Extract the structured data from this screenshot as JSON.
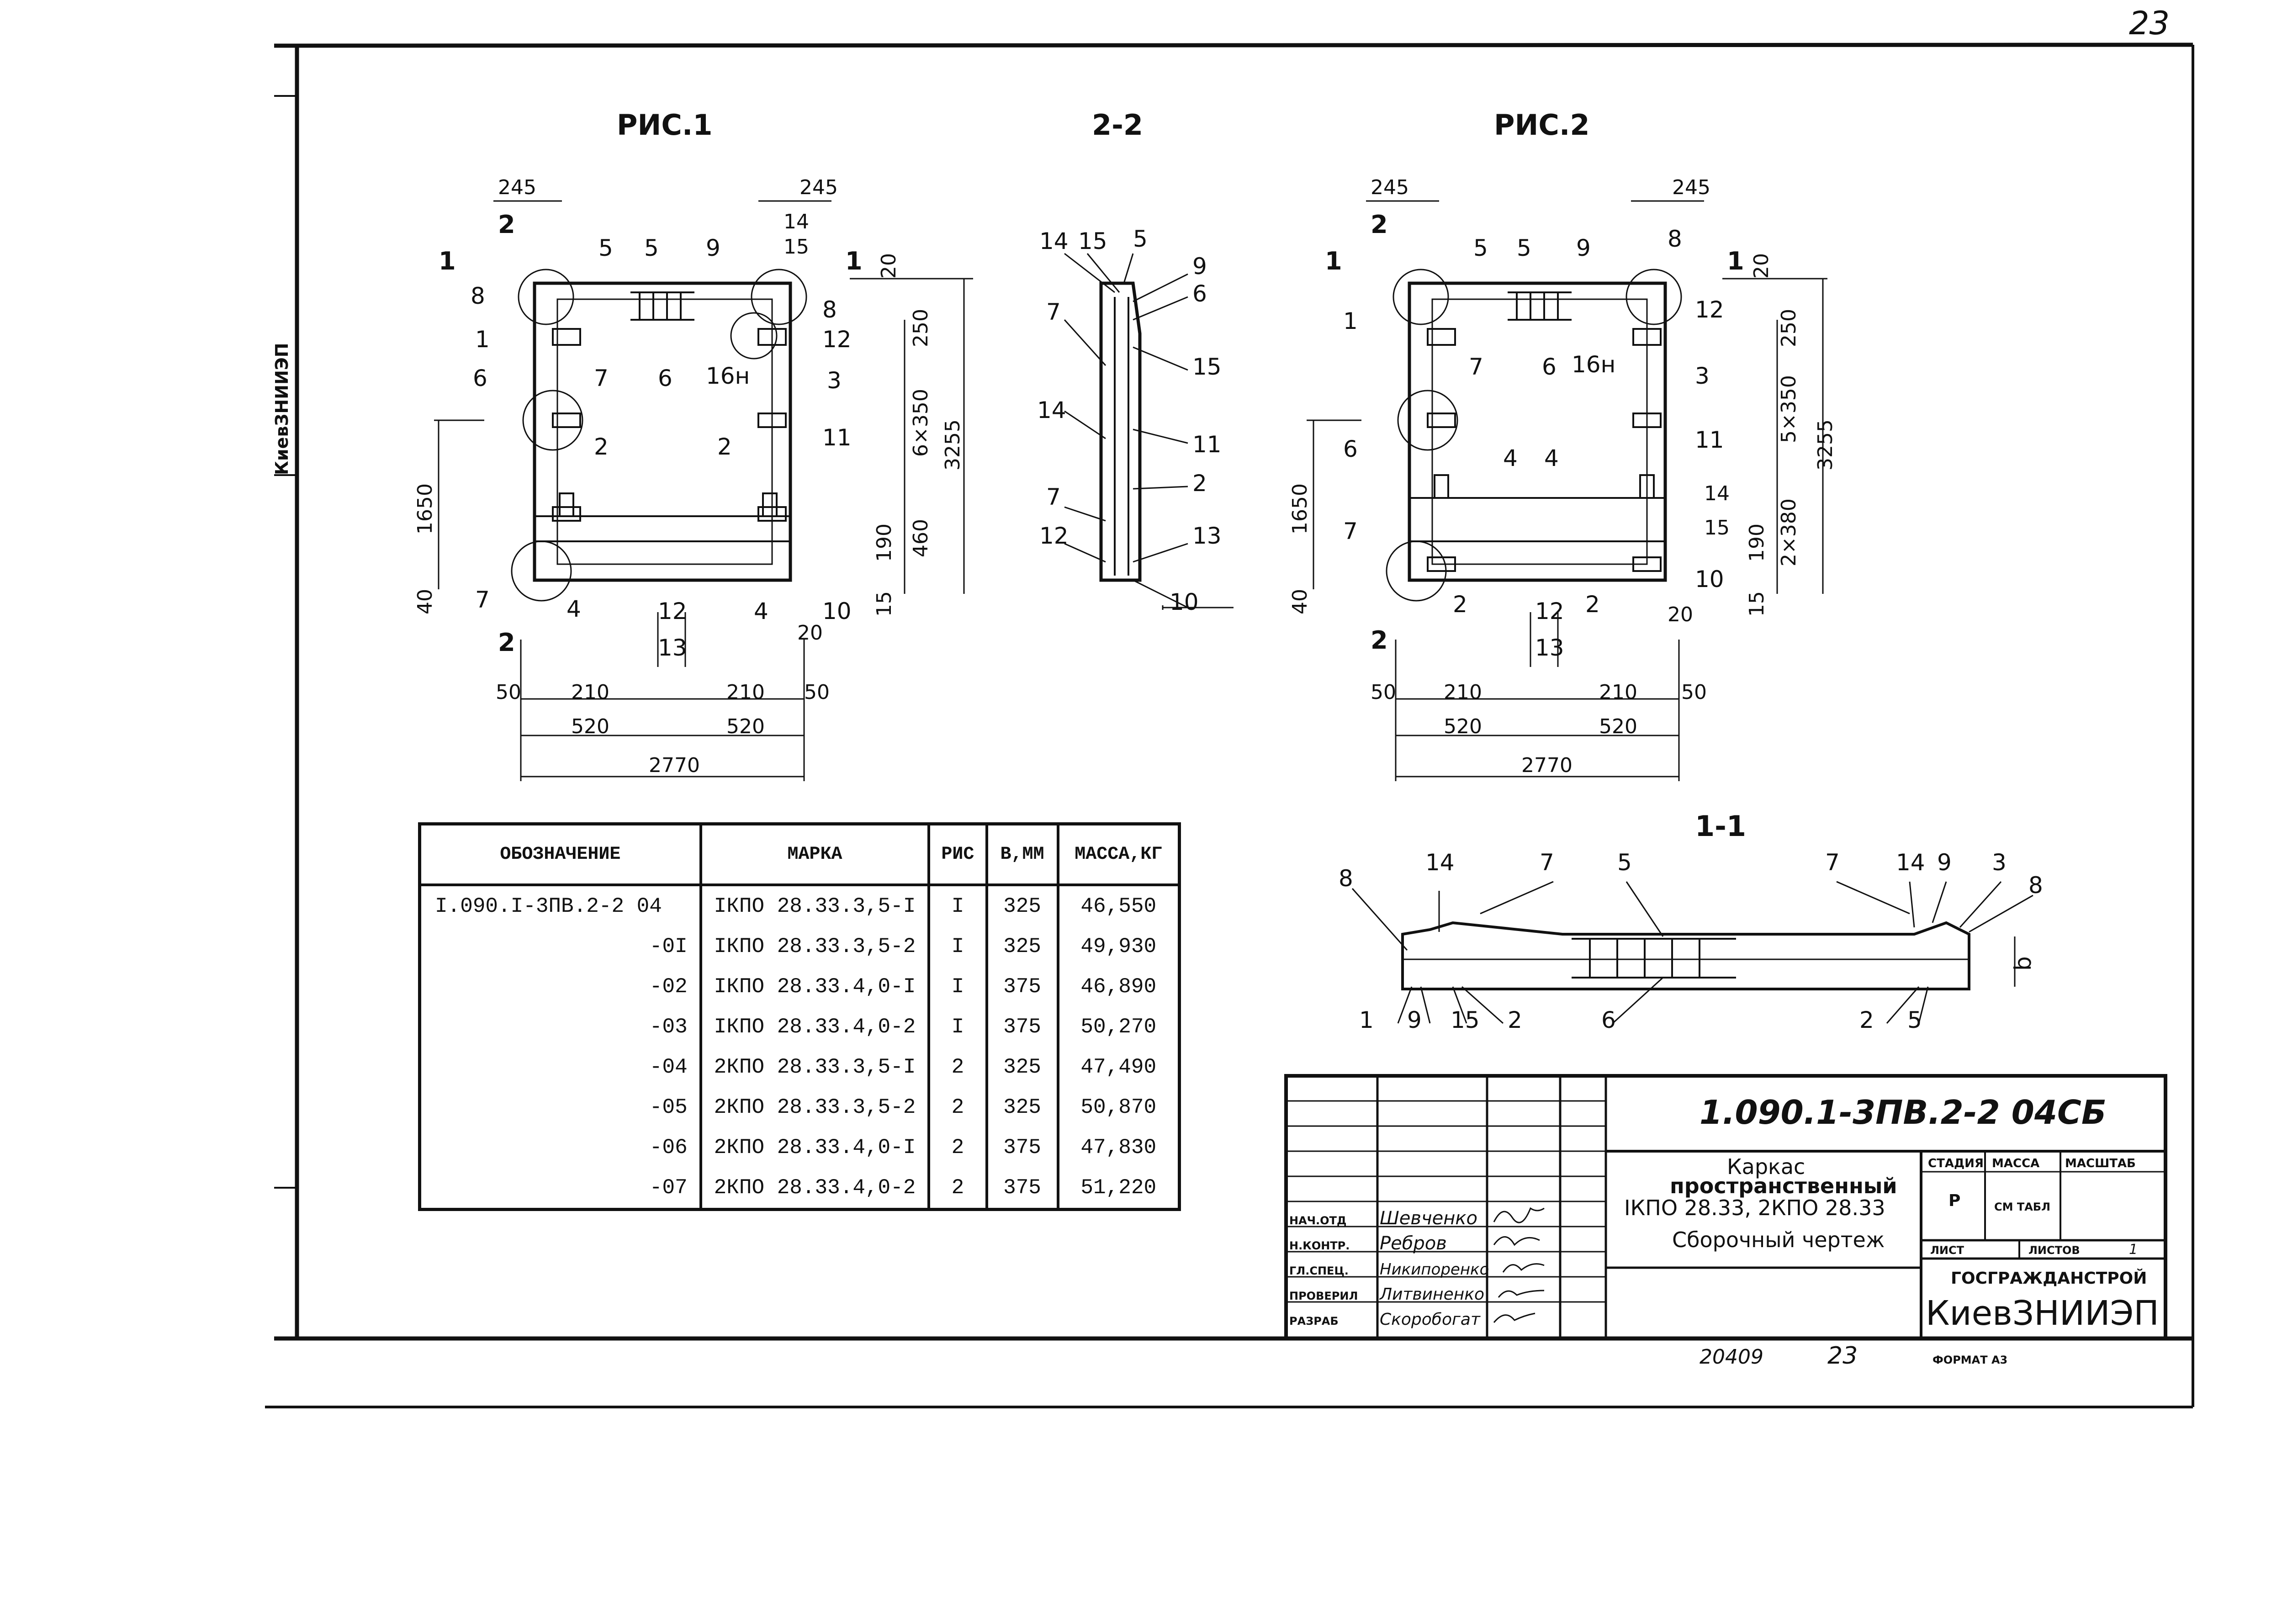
{
  "page_number": "23",
  "side_stamp": "КиевЗНИИЭП",
  "fig1": {
    "title": "РИС.1",
    "dims": {
      "top_left": "245",
      "top_right": "245",
      "d14": "14",
      "d15": "15",
      "d20": "20",
      "d250": "250",
      "d6x350": "6×350",
      "d3255": "3255",
      "d190": "190",
      "d460": "460",
      "d15b": "15",
      "d1650": "1650",
      "d40": "40",
      "d20b": "20",
      "d50l": "50",
      "d210l": "210",
      "d520l": "520",
      "d210r": "210",
      "d50r": "50",
      "d520r": "520",
      "d2770": "2770"
    },
    "callouts": [
      "5",
      "5",
      "9",
      "8",
      "8",
      "12",
      "1",
      "7",
      "6",
      "16н",
      "3",
      "6",
      "2",
      "2",
      "11",
      "7",
      "4",
      "12",
      "4",
      "10",
      "13"
    ],
    "section_marks": [
      "1",
      "1",
      "2",
      "2"
    ]
  },
  "sec22": {
    "title": "2-2",
    "callouts": [
      "14",
      "15",
      "5",
      "9",
      "6",
      "7",
      "15",
      "14",
      "11",
      "2",
      "7",
      "13",
      "12",
      "10"
    ]
  },
  "fig2": {
    "title": "РИС.2",
    "dims": {
      "top_left": "245",
      "top_right": "245",
      "d20": "20",
      "d250": "250",
      "d5x350": "5×350",
      "d3255": "3255",
      "d14": "14",
      "d15": "15",
      "d190": "190",
      "d2x380": "2×380",
      "d15b": "15",
      "d1650": "1650",
      "d40": "40",
      "d20b": "20",
      "d50l": "50",
      "d210l": "210",
      "d520l": "520",
      "d210r": "210",
      "d50r": "50",
      "d520r": "520",
      "d2770": "2770"
    },
    "callouts": [
      "5",
      "5",
      "9",
      "8",
      "12",
      "1",
      "7",
      "6",
      "16н",
      "3",
      "6",
      "4",
      "4",
      "11",
      "7",
      "2",
      "12",
      "2",
      "10",
      "13"
    ],
    "section_marks": [
      "1",
      "1",
      "2",
      "2"
    ]
  },
  "sec11": {
    "title": "1-1",
    "callouts": [
      "8",
      "14",
      "7",
      "5",
      "7",
      "14",
      "9",
      "3",
      "8",
      "1",
      "9",
      "15",
      "2",
      "6",
      "2",
      "5"
    ],
    "dim": "b"
  },
  "table": {
    "headers": [
      "ОБОЗНАЧЕНИЕ",
      "МАРКА",
      "РИС",
      "В,ММ",
      "МАССА,КГ"
    ],
    "rows": [
      [
        "I.090.I-3ПВ.2-2 04",
        "IКПО 28.33.3,5-I",
        "I",
        "325",
        "46,550"
      ],
      [
        "-0I",
        "IКПО 28.33.3,5-2",
        "I",
        "325",
        "49,930"
      ],
      [
        "-02",
        "IКПО 28.33.4,0-I",
        "I",
        "375",
        "46,890"
      ],
      [
        "-03",
        "IКПО 28.33.4,0-2",
        "I",
        "375",
        "50,270"
      ],
      [
        "-04",
        "2КПО 28.33.3,5-I",
        "2",
        "325",
        "47,490"
      ],
      [
        "-05",
        "2КПО 28.33.3,5-2",
        "2",
        "325",
        "50,870"
      ],
      [
        "-06",
        "2КПО 28.33.4,0-I",
        "2",
        "375",
        "47,830"
      ],
      [
        "-07",
        "2КПО 28.33.4,0-2",
        "2",
        "375",
        "51,220"
      ]
    ]
  },
  "title_block": {
    "code": "1.090.1-3ПВ.2-2  04СБ",
    "name_line1": "Каркас",
    "name_line2": "пространственный",
    "name_line3": "IКПО 28.33, 2КПО 28.33",
    "name_line4": "Сборочный чертеж",
    "stage_label": "СТАДИЯ",
    "mass_label": "МАССА",
    "scale_label": "МАСШТАБ",
    "stage": "Р",
    "mass_value": "СМ ТАБЛ",
    "sheet_label": "ЛИСТ",
    "sheets_label": "ЛИСТОВ",
    "sheets": "1",
    "org1": "ГОСГРАЖДАНСТРОЙ",
    "org2": "КиевЗНИИЭП",
    "roles": [
      "НАЧ.ОТД",
      "Н.КОНТР.",
      "ГЛ.СПЕЦ.",
      "ПРОВЕРИЛ",
      "РАЗРАБ"
    ],
    "names": [
      "Шевченко",
      "Ребров",
      "Никипоренко",
      "Литвиненко",
      "Скоробогат"
    ],
    "inv": "20409",
    "page": "23",
    "format": "ФОРМАТ А3"
  }
}
